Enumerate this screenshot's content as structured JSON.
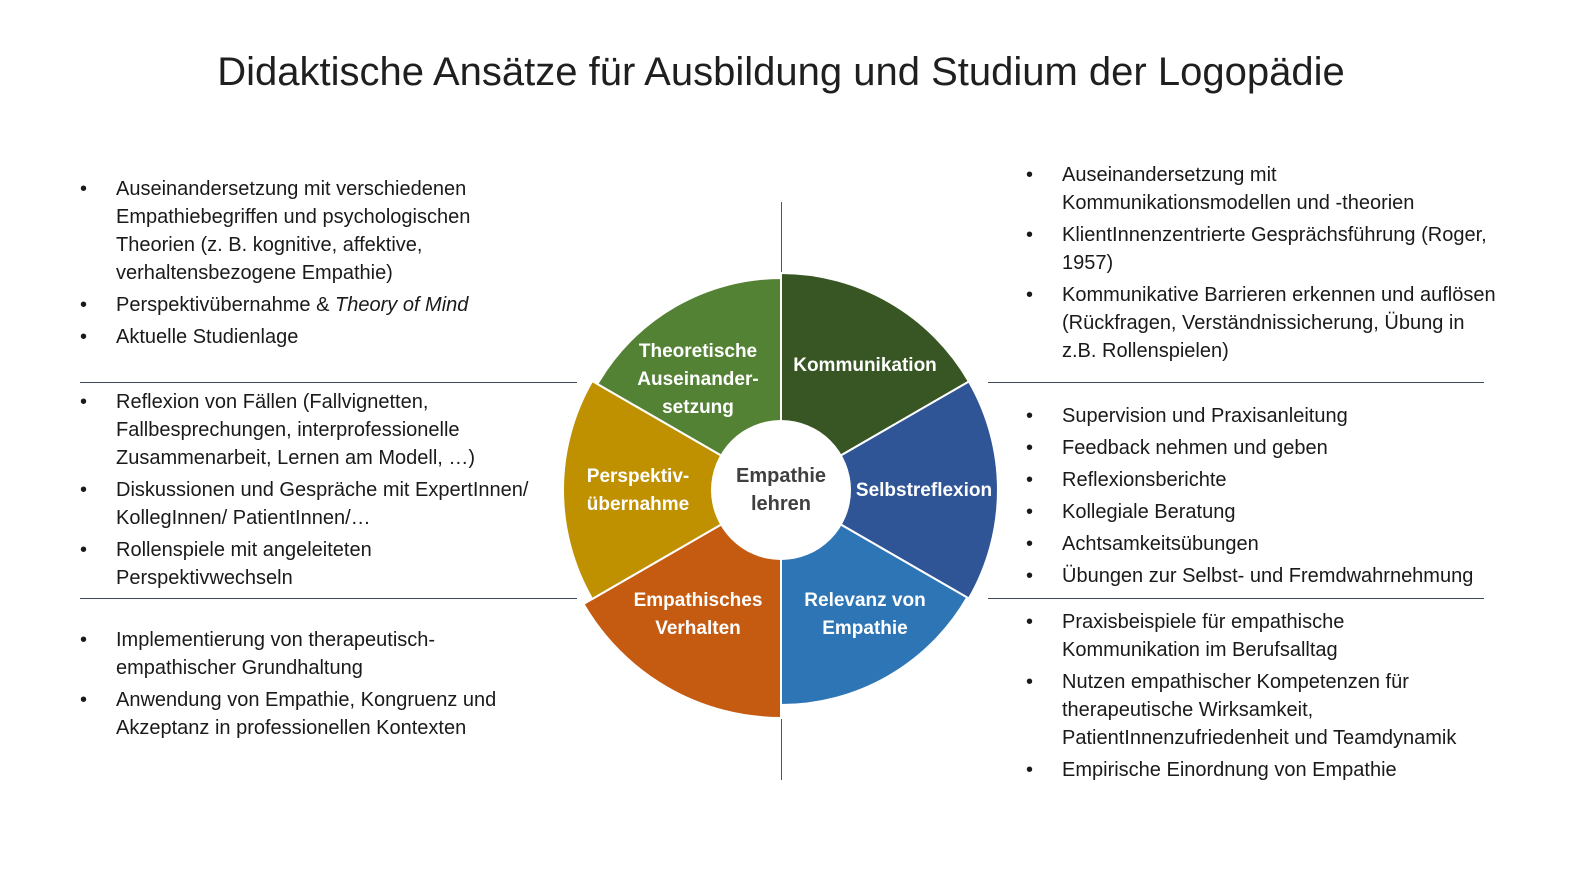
{
  "title": "Didaktische Ansätze für Ausbildung und Studium der Logopädie",
  "center": {
    "line1": "Empathie",
    "line2": "lehren"
  },
  "segments": [
    {
      "label": "Kommunikation",
      "color": "#375623"
    },
    {
      "label": "Selbstreflexion",
      "color": "#2F5597"
    },
    {
      "label": "Relevanz von Empathie",
      "color": "#2E75B6"
    },
    {
      "label": "Empathisches Verhalten",
      "color": "#C55A11"
    },
    {
      "label": "Perspektiv-übernahme",
      "color": "#BF9000"
    },
    {
      "label": "Theoretische Auseinander-setzung",
      "color": "#548235"
    }
  ],
  "seg_lines": {
    "theo": [
      "Theoretische",
      "Auseinander-",
      "setzung"
    ],
    "komm": [
      "Kommunikation"
    ],
    "pers": [
      "Perspektiv-",
      "übernahme"
    ],
    "selbst": [
      "Selbstreflexion"
    ],
    "emp": [
      "Empathisches",
      "Verhalten"
    ],
    "rel": [
      "Relevanz von",
      "Empathie"
    ]
  },
  "left_top": [
    "Auseinandersetzung mit verschiedenen Empathiebegriffen und psychologischen Theorien (z. B. kognitive, affektive, verhaltensbezogene Empathie)",
    "Perspektivübernahme & ",
    "Aktuelle Studienlage"
  ],
  "left_top_italic": "Theory of Mind",
  "left_mid": [
    "Reflexion von Fällen (Fallvignetten, Fallbesprechungen, interprofessionelle Zusammenarbeit, Lernen am Modell, …)",
    "Diskussionen und Gespräche mit ExpertInnen/ KollegInnen/ PatientInnen/…",
    "Rollenspiele mit angeleiteten Perspektivwechseln"
  ],
  "left_bot": [
    "Implementierung von therapeutisch-empathischer Grundhaltung",
    "Anwendung von Empathie, Kongruenz und Akzeptanz in professionellen Kontexten"
  ],
  "right_top": [
    "Auseinandersetzung mit Kommunikationsmodellen und -theorien",
    "KlientInnenzentrierte Gesprächsführung (Roger, 1957)",
    "Kommunikative Barrieren erkennen und auflösen (Rückfragen, Verständnissicherung, Übung in z.B. Rollenspielen)"
  ],
  "right_mid": [
    "Supervision und Praxisanleitung",
    "Feedback nehmen und geben",
    "Reflexionsberichte",
    "Kollegiale Beratung",
    "Achtsamkeitsübungen",
    "Übungen zur Selbst- und Fremdwahrnehmung"
  ],
  "right_bot": [
    "Praxisbeispiele für empathische Kommunikation im Berufsalltag",
    "Nutzen empathischer Kompetenzen für therapeutische Wirksamkeit, PatientInnenzufriedenheit und Teamdynamik",
    "Empirische Einordnung von Empathie"
  ]
}
